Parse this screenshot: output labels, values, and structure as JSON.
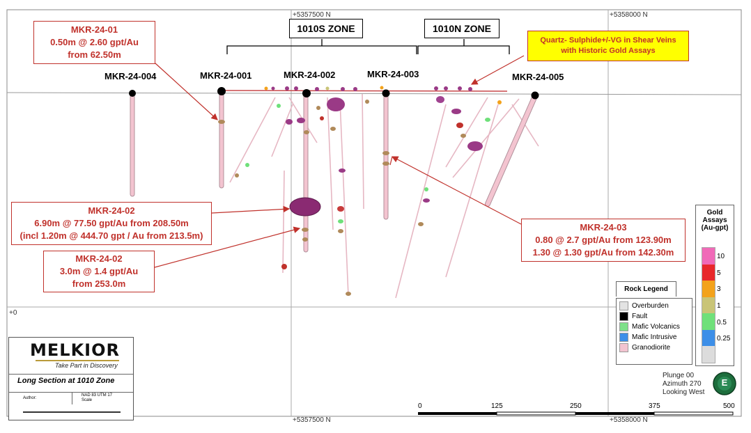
{
  "grid": {
    "top_left": "+5357500 N",
    "top_right": "+5358000 N",
    "bottom_left": "+5357500 N",
    "bottom_right": "+5358000 N",
    "elev_zero": "+0"
  },
  "zones": {
    "south": "1010S ZONE",
    "north": "1010N ZONE"
  },
  "collars": [
    {
      "name": "MKR-24-004"
    },
    {
      "name": "MKR-24-001"
    },
    {
      "name": "MKR-24-002"
    },
    {
      "name": "MKR-24-003"
    },
    {
      "name": "MKR-24-005"
    }
  ],
  "vein_note": {
    "line1": "Quartz- Sulphide+/-VG in Shear Veins",
    "line2": "with Historic Gold Assays"
  },
  "callouts": {
    "c01": {
      "hole": "MKR-24-01",
      "l1": "0.50m @ 2.60 gpt/Au",
      "l2": "from 62.50m"
    },
    "c02a": {
      "hole": "MKR-24-02",
      "l1": "6.90m @ 77.50 gpt/Au from 208.50m",
      "l2": "(incl 1.20m @ 444.70 gpt / Au from 213.5m)"
    },
    "c02b": {
      "hole": "MKR-24-02",
      "l1": "3.0m @ 1.4 gpt/Au",
      "l2": "from 253.0m"
    },
    "c03": {
      "hole": "MKR-24-03",
      "l1": "0.80 @ 2.7 gpt/Au from 123.90m",
      "l2": "1.30 @ 1.30 gpt/Au from 142.30m"
    }
  },
  "gold_legend": {
    "title_1": "Gold",
    "title_2": "Assays",
    "title_3": "(Au-gpt)",
    "levels": [
      {
        "label": "10",
        "color": "#f06ab8"
      },
      {
        "label": "5",
        "color": "#e8282b"
      },
      {
        "label": "3",
        "color": "#f3a21b"
      },
      {
        "label": "1",
        "color": "#c9c477"
      },
      {
        "label": "0.5",
        "color": "#6fe07a"
      },
      {
        "label": "0.25",
        "color": "#3d8fe8"
      },
      {
        "label": "",
        "color": "#dcdcdc"
      }
    ]
  },
  "rock_legend": {
    "title": "Rock Legend",
    "items": [
      {
        "label": "Overburden",
        "color": "#e3e3e3"
      },
      {
        "label": "Fault",
        "color": "#000000"
      },
      {
        "label": "Mafic Volcanics",
        "color": "#7ee08a"
      },
      {
        "label": "Mafic Intrusive",
        "color": "#3d8fe8"
      },
      {
        "label": "Granodiorite",
        "color": "#f3c4d0"
      }
    ]
  },
  "logo": {
    "name": "MELKIOR",
    "tagline": "Take Part in Discovery",
    "section_title": "Long Section at 1010 Zone",
    "author_label": "Author:",
    "datum": "NAD 83 UTM 17",
    "scale_word": "Scale"
  },
  "scale_bar": {
    "ticks": [
      "0",
      "125",
      "250",
      "375",
      "500"
    ]
  },
  "orientation": {
    "plunge": "Plunge 00",
    "azimuth": "Azimuth 270",
    "looking": "Looking West",
    "compass_letter": "E"
  }
}
